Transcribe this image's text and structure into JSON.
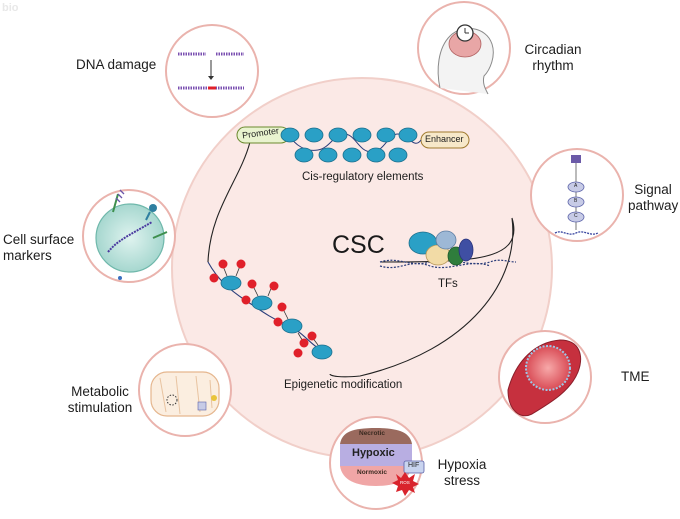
{
  "watermark": "bio",
  "center": {
    "title": "CSC",
    "cis_label": "Cis-regulatory elements",
    "promoter": "Promoter",
    "enhancer": "Enhancer",
    "tfs": "TFs",
    "epigenetic": "Epigenetic modification"
  },
  "factors": {
    "dna_damage": "DNA damage",
    "circadian_line1": "Circadian",
    "circadian_line2": "rhythm",
    "signal_line1": "Signal",
    "signal_line2": "pathway",
    "cell_surface_line1": "Cell surface",
    "cell_surface_line2": "markers",
    "tme": "TME",
    "metabolic_line1": "Metabolic",
    "metabolic_line2": "stimulation",
    "hypoxia_line1": "Hypoxia",
    "hypoxia_line2": "stress"
  },
  "hypoxia_inset": {
    "necrotic": "Necrotic",
    "hypoxic": "Hypoxic",
    "normoxic": "Normoxic",
    "hif": "HIF",
    "ros": "ROS"
  },
  "signal_inset": {
    "a": "A",
    "b": "B",
    "c": "C"
  },
  "colors": {
    "circle_fill": "#fbe9e6",
    "circle_stroke": "#f1cfc9",
    "nucleosome": "#2aa0c6",
    "methyl": "#e0202a",
    "promoter_fill": "#e9f3cf",
    "enhancer_fill": "#f7e8c9"
  }
}
